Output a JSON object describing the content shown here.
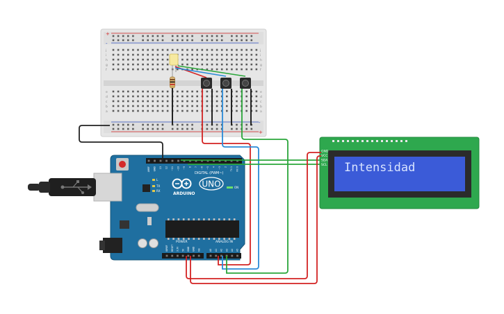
{
  "colors": {
    "wire_red": "#d32222",
    "wire_green": "#2aa63a",
    "wire_blue": "#2a8ad8",
    "wire_black": "#222222",
    "arduino_board": "#1f6fa0",
    "lcd_board": "#2ea84e",
    "lcd_screen": "#3b5bd8",
    "lcd_text": "#d8e4ff"
  },
  "lcd": {
    "text": "Intensidad",
    "pins": [
      "GND",
      "VCC",
      "SDA",
      "SCL"
    ]
  },
  "arduino": {
    "brand": "ARDUINO",
    "model": "UNO",
    "digital_label": "DIGITAL (PWM~)",
    "power_label": "POWER",
    "analog_label": "ANALOG IN",
    "power_pins": [
      "IOREF",
      "RESET",
      "3.3V",
      "5V",
      "GND",
      "GND",
      "Vin"
    ],
    "analog_pins": [
      "A0",
      "A1",
      "A2",
      "A3",
      "A4",
      "A5"
    ],
    "digital_pins": [
      "AREF",
      "GND",
      "13",
      "12",
      "~11",
      "~10",
      "~9",
      "8",
      "7",
      "~6",
      "~5",
      "4",
      "~3",
      "2",
      "TX 1",
      "RX 0"
    ],
    "leds": [
      "L",
      "TX",
      "RX"
    ],
    "on_label": "ON"
  },
  "breadboard": {
    "rows": [
      "a",
      "b",
      "c",
      "d",
      "e",
      "f",
      "g",
      "h",
      "i",
      "j"
    ],
    "columns": 30,
    "rail_plus": "+",
    "rail_minus": "-"
  }
}
